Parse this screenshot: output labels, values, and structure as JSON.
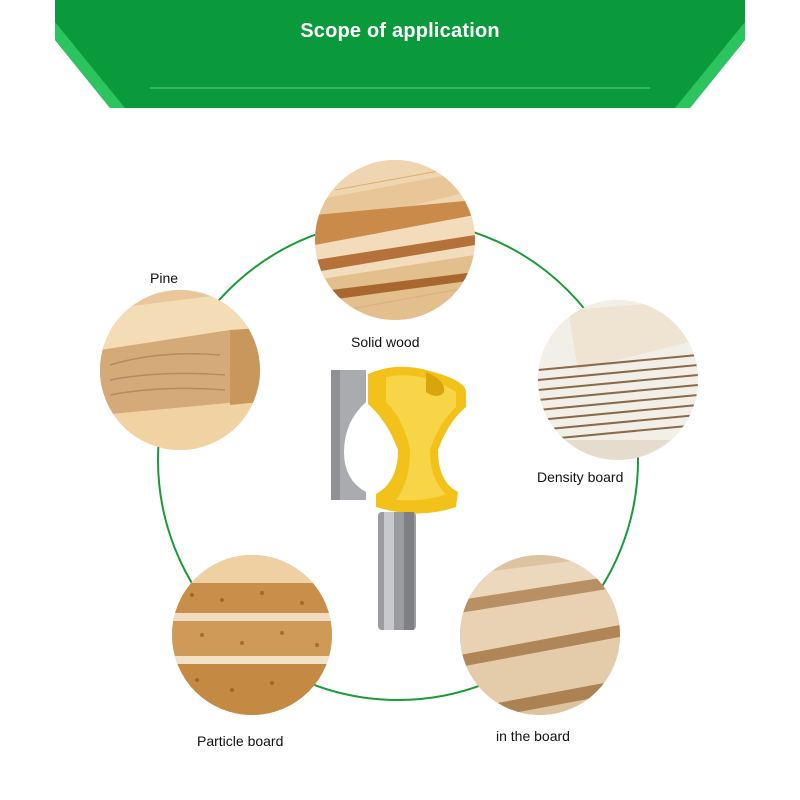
{
  "header": {
    "title": "Scope of application",
    "color": "#0a9a3c",
    "color_light": "#27c15a"
  },
  "materials": [
    {
      "label": "Solid wood",
      "image": "solid-wood-photo"
    },
    {
      "label": "Pine",
      "image": "pine-photo"
    },
    {
      "label": "Density board",
      "image": "density-board-photo"
    },
    {
      "label": "Particle board",
      "image": "particle-board-photo"
    },
    {
      "label": "in the board",
      "image": "mdf-board-photo"
    }
  ],
  "center_image": "router-bit-illustration",
  "ring_color": "#1a9a3a"
}
